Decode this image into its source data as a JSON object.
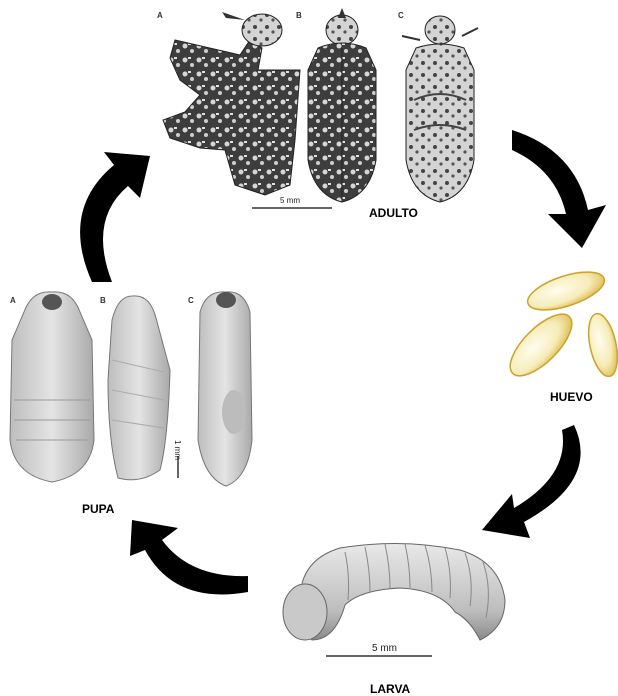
{
  "stages": {
    "adult": "ADULTO",
    "egg": "HUEVO",
    "larva": "LARVA",
    "pupa": "PUPA"
  },
  "adult_panels": [
    "A",
    "B",
    "C"
  ],
  "pupa_panels": [
    "A",
    "B",
    "C"
  ],
  "scales": {
    "adult": "5 mm",
    "larva": "5 mm",
    "pupa": "1 mm"
  },
  "colors": {
    "arrow": "#000000",
    "insect_dark": "#3a3a3a",
    "insect_light": "#d8d8d8",
    "egg_fill": "#f7efc0",
    "egg_edge": "#c9a32a"
  }
}
